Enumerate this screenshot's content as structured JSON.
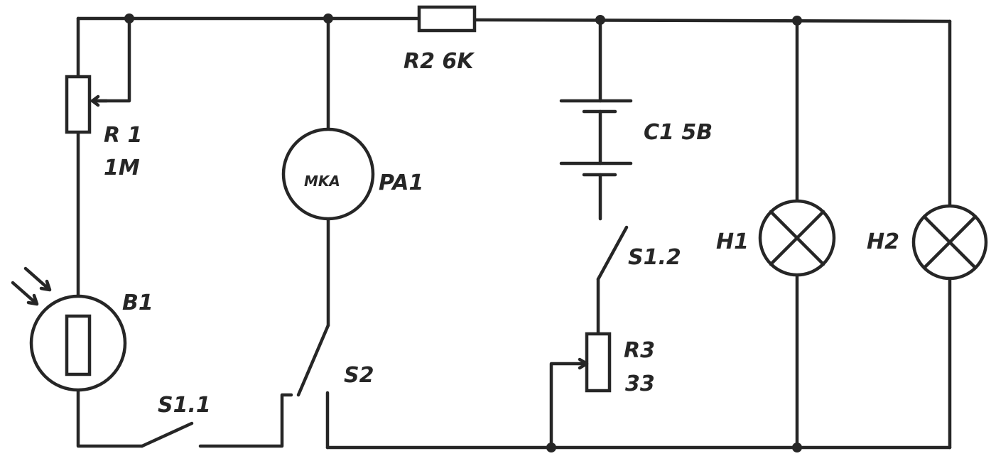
{
  "labels": {
    "r1_name": "R 1",
    "r1_value": "1M",
    "r2": "R2 6K",
    "c1": "C1 5B",
    "meter_symbol": "MKA",
    "pa1": "PA1",
    "b1": "B1",
    "s1_1": "S1.1",
    "s2": "S2",
    "s1_2": "S1.2",
    "r3_name": "R3",
    "r3_value": "33",
    "h1": "H1",
    "h2": "H2"
  },
  "colors": {
    "ink": "#262626",
    "paper": "#ffffff"
  }
}
